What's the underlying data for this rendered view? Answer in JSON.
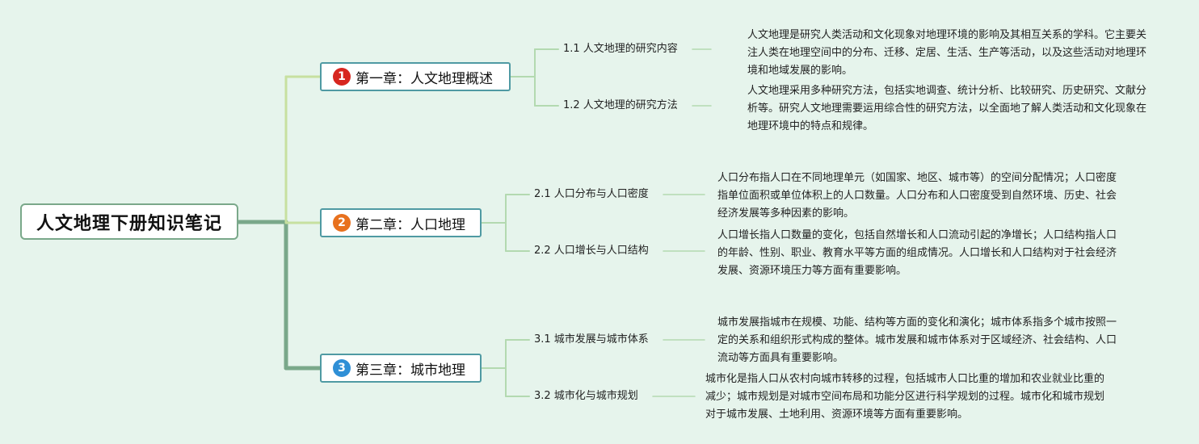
{
  "colors": {
    "background": "#e6f4ec",
    "trunk_line": "#7aa88a",
    "chapter1_line": "#c7e0a0",
    "branch_line": "#b3d9b0",
    "chapter_border": "#4f9aa3"
  },
  "root": {
    "title": "人文地理下册知识笔记"
  },
  "chapters": [
    {
      "number": "1",
      "badge_color": "#d7261f",
      "title": "第一章：人文地理概述",
      "sections": [
        {
          "title": "1.1 人文地理的研究内容",
          "description": "人文地理是研究人类活动和文化现象对地理环境的影响及其相互关系的学科。它主要关注人类在地理空间中的分布、迁移、定居、生活、生产等活动，以及这些活动对地理环境和地域发展的影响。"
        },
        {
          "title": "1.2 人文地理的研究方法",
          "description": "人文地理采用多种研究方法，包括实地调查、统计分析、比较研究、历史研究、文献分析等。研究人文地理需要运用综合性的研究方法，以全面地了解人类活动和文化现象在地理环境中的特点和规律。"
        }
      ]
    },
    {
      "number": "2",
      "badge_color": "#e8711e",
      "title": "第二章：人口地理",
      "sections": [
        {
          "title": "2.1 人口分布与人口密度",
          "description": "人口分布指人口在不同地理单元（如国家、地区、城市等）的空间分配情况；人口密度指单位面积或单位体积上的人口数量。人口分布和人口密度受到自然环境、历史、社会经济发展等多种因素的影响。"
        },
        {
          "title": "2.2 人口增长与人口结构",
          "description": "人口增长指人口数量的变化，包括自然增长和人口流动引起的净增长；人口结构指人口的年龄、性别、职业、教育水平等方面的组成情况。人口增长和人口结构对于社会经济发展、资源环境压力等方面有重要影响。"
        }
      ]
    },
    {
      "number": "3",
      "badge_color": "#2f8fd6",
      "title": "第三章：城市地理",
      "sections": [
        {
          "title": "3.1 城市发展与城市体系",
          "description": "城市发展指城市在规模、功能、结构等方面的变化和演化；城市体系指多个城市按照一定的关系和组织形式构成的整体。城市发展和城市体系对于区域经济、社会结构、人口流动等方面具有重要影响。"
        },
        {
          "title": "3.2 城市化与城市规划",
          "description": "城市化是指人口从农村向城市转移的过程，包括城市人口比重的增加和农业就业比重的减少；城市规划是对城市空间布局和功能分区进行科学规划的过程。城市化和城市规划对于城市发展、土地利用、资源环境等方面有重要影响。"
        }
      ]
    }
  ]
}
